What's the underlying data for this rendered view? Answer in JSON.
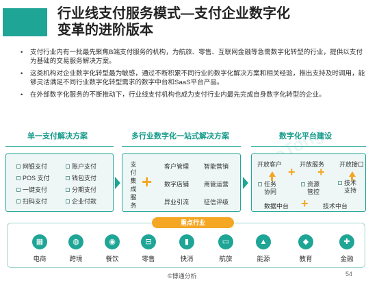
{
  "title": {
    "line1": "行业线支付服务模式—支付企业数字化",
    "line2": "变革的进阶版本"
  },
  "bullets": [
    "支付行业内有一批最先聚焦B端支付服务的机构，为航旅、零售、互联网金融等急需数字化转型的行业，提供以支付为基础的交易服务解决方案。",
    "这类机构对企业数字化转型最为敏感，通过不断积累不同行业的数字化解决方案和相关经验，推出支持及时调用，能够灵活满足不同行业数字化转型需求的数字中台和SaaS平台产品。",
    "在外部数字化服务的不断推动下，行业线支付机构也成为支付行业内最先完成自身数字化转型的企业。"
  ],
  "sections": {
    "single": "单一支付解决方案",
    "multi": "多行业数字化一站式解决方案",
    "platform": "数字化平台建设"
  },
  "single_items": [
    "网银支付",
    "账户支付",
    "POS 支付",
    "钱包支付",
    "一键支付",
    "分期支付",
    "扫码支付",
    "企业付款"
  ],
  "multi": {
    "vertical_label": "支付集成服务",
    "items": [
      "客户管理",
      "智能营销",
      "数字店铺",
      "商管运营",
      "异业引流",
      "征信评级"
    ]
  },
  "platform": {
    "top": [
      "开放客户",
      "开放服务",
      "开放接口"
    ],
    "mid": [
      "任务协同",
      "资源管控",
      "技术支持"
    ],
    "bottom": [
      "数据中台",
      "技术中台"
    ]
  },
  "key_industry_label": "重点行业",
  "industries": [
    {
      "label": "电商",
      "icon": "shop-icon"
    },
    {
      "label": "跨境",
      "icon": "globe-icon"
    },
    {
      "label": "餐饮",
      "icon": "dining-icon"
    },
    {
      "label": "零售",
      "icon": "cart-icon"
    },
    {
      "label": "快消",
      "icon": "bottle-icon"
    },
    {
      "label": "航旅",
      "icon": "bus-icon"
    },
    {
      "label": "能源",
      "icon": "energy-icon"
    },
    {
      "label": "教育",
      "icon": "graduation-icon"
    },
    {
      "label": "金融",
      "icon": "finance-icon"
    }
  ],
  "footer": "©博通分析",
  "page_number": "54",
  "colors": {
    "accent": "#1ea596",
    "highlight": "#f5a623"
  }
}
